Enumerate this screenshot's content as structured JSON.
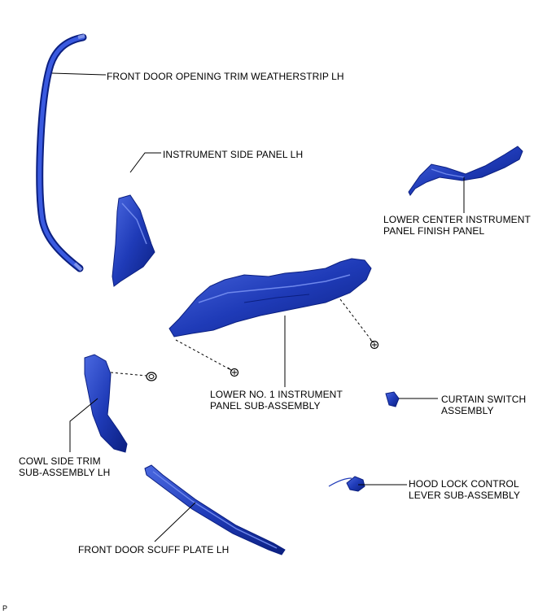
{
  "colors": {
    "part_fill": "#1f3bb8",
    "part_dark": "#0b1f80",
    "part_light": "#5a78e8",
    "leader": "#000000"
  },
  "labels": {
    "weatherstrip": "FRONT DOOR OPENING TRIM WEATHERSTRIP LH",
    "side_panel": "INSTRUMENT SIDE PANEL LH",
    "lower_center_1": "LOWER CENTER INSTRUMENT",
    "lower_center_2": "PANEL FINISH PANEL",
    "lower_no1_1": "LOWER NO. 1 INSTRUMENT",
    "lower_no1_2": "PANEL SUB-ASSEMBLY",
    "curtain_1": "CURTAIN SWITCH",
    "curtain_2": "ASSEMBLY",
    "cowl_1": "COWL SIDE TRIM",
    "cowl_2": "SUB-ASSEMBLY LH",
    "hood_1": "HOOD LOCK CONTROL",
    "hood_2": "LEVER SUB-ASSEMBLY",
    "scuff": "FRONT DOOR SCUFF PLATE LH",
    "corner": "P"
  },
  "icons": [
    "screw-icon",
    "clip-icon"
  ]
}
